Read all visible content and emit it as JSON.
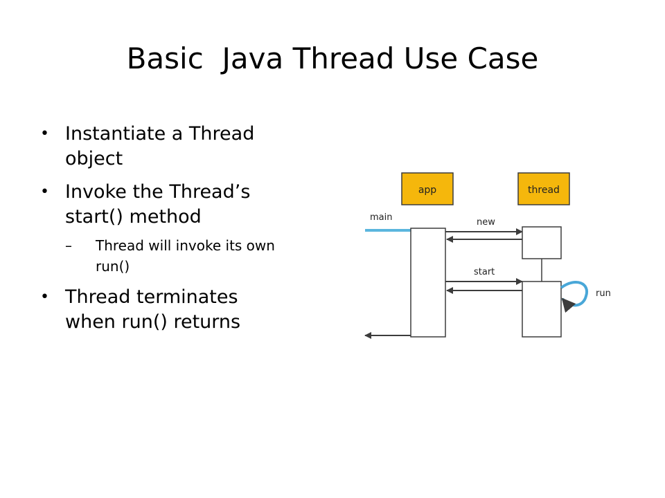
{
  "slide": {
    "title": "Basic  Java Thread Use Case",
    "bullets": [
      {
        "marker": "•",
        "text": "Instantiate a Thread object"
      },
      {
        "marker": "•",
        "text": "Invoke the Thread’s start() method"
      },
      {
        "marker": "–",
        "text": "Thread will invoke its own run()"
      },
      {
        "marker": "•",
        "text": "Thread terminates when run() returns"
      }
    ]
  },
  "diagram": {
    "app_label": "app",
    "thread_label": "thread",
    "main_label": "main",
    "new_label": "new",
    "start_label": "start",
    "run_label": "run",
    "colors": {
      "box_fill": "#f5b70c",
      "main_line": "#5bb6de",
      "run_loop": "#49a7d8",
      "stroke": "#3c3c3c"
    }
  }
}
